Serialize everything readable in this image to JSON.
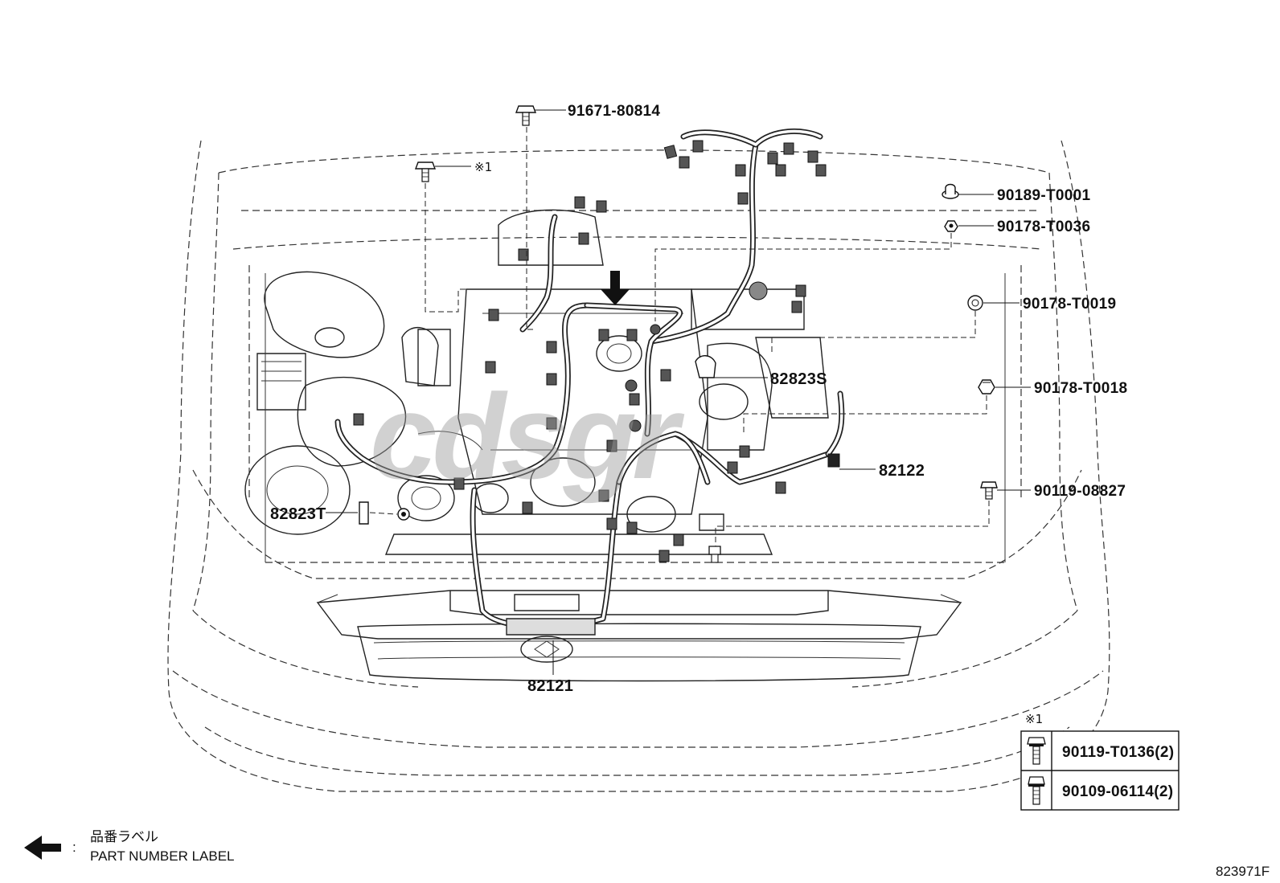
{
  "diagram": {
    "watermark": "cdsgr",
    "diagram_code": "823971F",
    "parts": {
      "p91671": "91671-80814",
      "note1_ref": "※1",
      "p90189": "90189-T0001",
      "p90178_36": "90178-T0036",
      "p90178_19": "90178-T0019",
      "p82823s": "82823S",
      "p90178_18": "90178-T0018",
      "p82122": "82122",
      "p90119_08827": "90119-08827",
      "p82823t": "82823T",
      "p82121": "82121"
    },
    "note_table": {
      "title": "※1",
      "rows": [
        {
          "icon": "flange-bolt-icon",
          "part": "90119-T0136(2)"
        },
        {
          "icon": "bolt-icon",
          "part": "90109-06114(2)"
        }
      ]
    },
    "legend": {
      "colon": ":",
      "label_jp": "品番ラベル",
      "label_en": "PART NUMBER LABEL"
    }
  }
}
